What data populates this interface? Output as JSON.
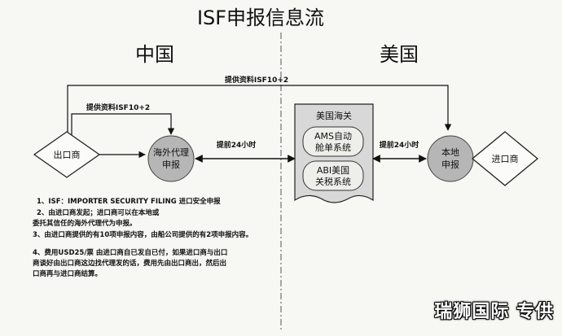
{
  "title": "ISF申报信息流",
  "regions": {
    "left": "中国",
    "right": "美国"
  },
  "nodes": {
    "exporter": "出口商",
    "overseas_agent": [
      "海外代理",
      "申报"
    ],
    "customs": "美国海关",
    "ams": [
      "AMS自动",
      "舱单系统"
    ],
    "abi": [
      "ABI美国",
      "关税系统"
    ],
    "local_filing": [
      "本地",
      "申报"
    ],
    "importer": "进口商"
  },
  "arrows": {
    "top_label": "提供资料ISF10+2",
    "inner_label": "提供资料ISF10+2",
    "left_24h": "提前24小时",
    "right_24h": "提前24小时"
  },
  "notes": [
    "1、ISF：IMPORTER SECURITY FILING 进口安全申报",
    "2、由进口商发起；进口商可以在本地或",
    "委托其信任的海外代理代为申报。",
    "3、由进口商提供的有10项申报内容，由船公司提供的有2项申报内容。",
    "4、费用USD25/票 由进口商自已发自已付，如果进口商与出口",
    "商谈好由出口商这边找代理发的话，费用先由出口商出，然后出",
    "口商再与进口商结算。"
  ],
  "watermark": "瑞狮国际 专供",
  "colors": {
    "circle_fill": "#b6b6b6",
    "box_fill": "#d8d8d8",
    "divider": "#555555"
  }
}
